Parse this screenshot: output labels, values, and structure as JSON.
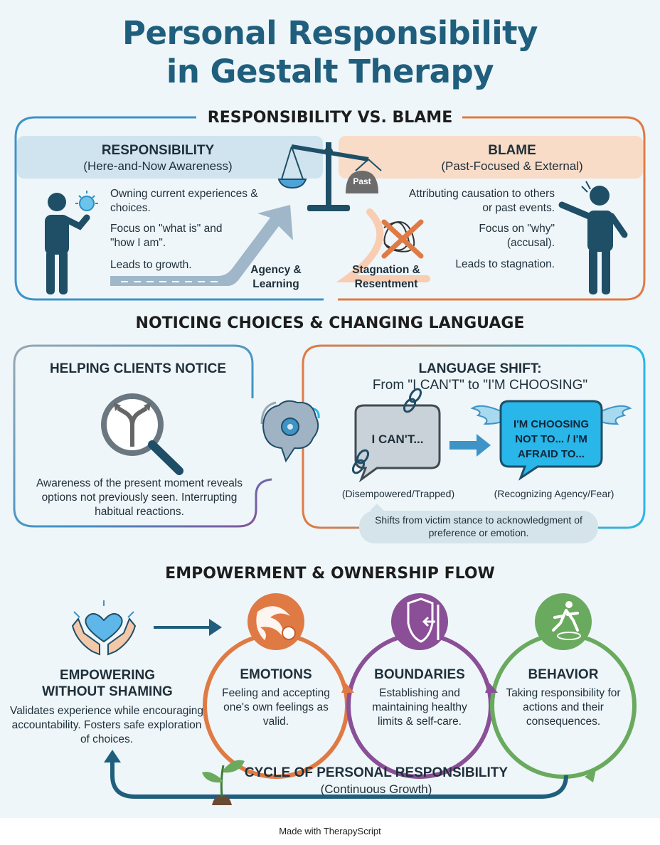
{
  "title": {
    "line1": "Personal Responsibility",
    "line2": "in Gestalt Therapy"
  },
  "section1": {
    "heading": "RESPONSIBILITY VS. BLAME",
    "responsibility": {
      "title": "RESPONSIBILITY",
      "subtitle": "(Here-and-Now Awareness)",
      "p1": "Owning current experiences & choices.",
      "p2": "Focus on \"what is\" and \"how I am\".",
      "p3": "Leads to growth.",
      "path_label": "Agency & Learning"
    },
    "scale_weight": "Past",
    "blame": {
      "title": "BLAME",
      "subtitle": "(Past-Focused & External)",
      "p1": "Attributing causation to others or past events.",
      "p2": "Focus on \"why\" (accusal).",
      "p3": "Leads to stagnation.",
      "tangle_label": "Stagnation & Resentment"
    }
  },
  "section2": {
    "heading": "NOTICING CHOICES & CHANGING LANGUAGE",
    "notice": {
      "title": "HELPING CLIENTS NOTICE",
      "text": "Awareness of the present moment reveals options not previously seen. Interrupting habitual reactions."
    },
    "language": {
      "title": "LANGUAGE SHIFT:",
      "subtitle": "From \"I CAN'T\" to \"I'M CHOOSING\"",
      "cant_bubble": "I CAN'T...",
      "cant_caption": "(Disempowered/Trapped)",
      "choose_bubble": "I'M CHOOSING NOT TO... / I'M AFRAID TO...",
      "choose_caption": "(Recognizing Agency/Fear)",
      "note": "Shifts from victim stance to acknowledgment of preference or emotion."
    }
  },
  "section3": {
    "heading": "EMPOWERMENT & OWNERSHIP FLOW",
    "empowering": {
      "title": "EMPOWERING WITHOUT SHAMING",
      "text": "Validates experience while encouraging accountability. Fosters safe exploration of choices."
    },
    "emotions": {
      "title": "EMOTIONS",
      "text": "Feeling and accepting one's own feelings as valid."
    },
    "boundaries": {
      "title": "BOUNDARIES",
      "text": "Establishing and maintaining healthy limits & self-care."
    },
    "behavior": {
      "title": "BEHAVIOR",
      "text": "Taking responsibility for actions and their consequences."
    },
    "cycle": {
      "title": "CYCLE OF PERSONAL RESPONSIBILITY",
      "subtitle": "(Continuous Growth)"
    }
  },
  "footer": "Made with TherapyScript",
  "colors": {
    "navy": "#1f5f7d",
    "blue": "#3e93c7",
    "orange": "#e07a45",
    "purple": "#8a4f97",
    "green": "#6aaa5e",
    "cyan": "#29b6e8"
  }
}
